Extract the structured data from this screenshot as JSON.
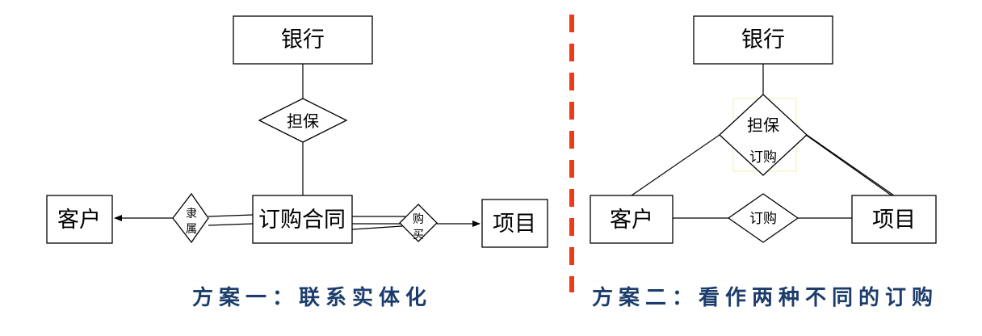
{
  "scheme1": {
    "bank": "银行",
    "guarantee": "担保",
    "contract": "订购合同",
    "customer": "客户",
    "project": "项目",
    "belong_top": "隶",
    "belong_bottom": "属",
    "buy_top": "购",
    "buy_bottom": "买",
    "caption": "方案一：联系实体化"
  },
  "scheme2": {
    "bank": "银行",
    "guarantee": "担保",
    "order_upper": "订购",
    "customer": "客户",
    "project": "项目",
    "order": "订购",
    "caption": "方案二：看作两种不同的订购"
  },
  "colors": {
    "divider": "#ee3a1c",
    "caption": "#1c3d6b"
  }
}
